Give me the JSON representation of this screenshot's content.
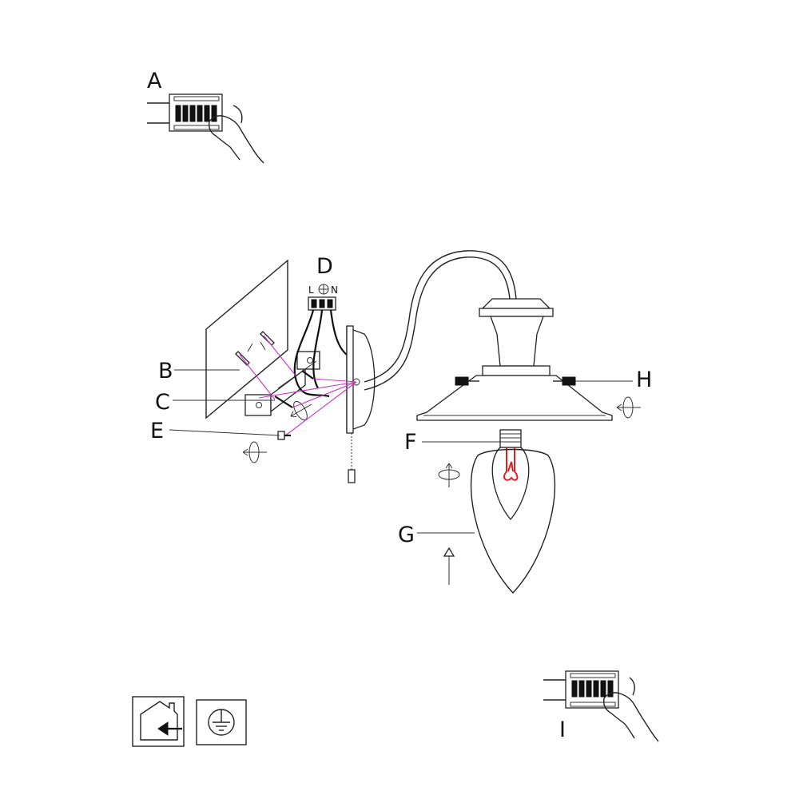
{
  "labels": {
    "A": "A",
    "B": "B",
    "C": "C",
    "D": "D",
    "E": "E",
    "F": "F",
    "G": "G",
    "H": "H",
    "I": "I"
  },
  "terminal_block": {
    "live": "L",
    "neutral": "N",
    "earth_icon": "earth-icon"
  },
  "icons": {
    "indoor_use": "house-indoor-icon",
    "earthing": "earth-symbol-icon",
    "rotate": "rotate-arrow-icon",
    "breaker_off": "breaker-switch-off-icon",
    "breaker_on": "breaker-switch-on-icon"
  },
  "colors": {
    "line": "#222222",
    "screw_highlight": "#cc33cc",
    "filament": "#dd2222"
  }
}
